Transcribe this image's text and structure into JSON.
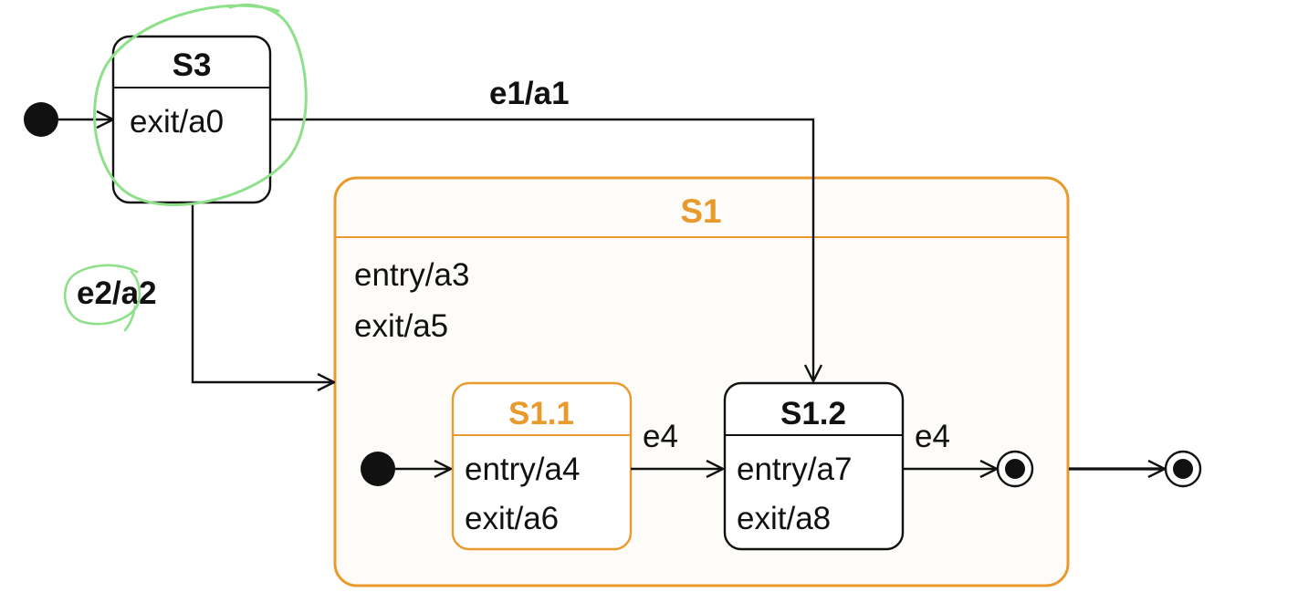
{
  "colors": {
    "ink": "#111111",
    "accent": "#e89a2c",
    "accent_fill": "#fefcf8",
    "annotation": "#8fe08a"
  },
  "states": {
    "s3": {
      "name": "S3",
      "actions": [
        "exit/a0"
      ]
    },
    "s1": {
      "name": "S1",
      "actions": [
        "entry/a3",
        "exit/a5"
      ]
    },
    "s1_1": {
      "name": "S1.1",
      "actions": [
        "entry/a4",
        "exit/a6"
      ]
    },
    "s1_2": {
      "name": "S1.2",
      "actions": [
        "entry/a7",
        "exit/a8"
      ]
    }
  },
  "transitions": {
    "s3_to_s1_2": "e1/a1",
    "s3_to_s1": "e2/a2",
    "s1_1_to_s1_2": "e4",
    "s1_2_to_final": "e4"
  }
}
